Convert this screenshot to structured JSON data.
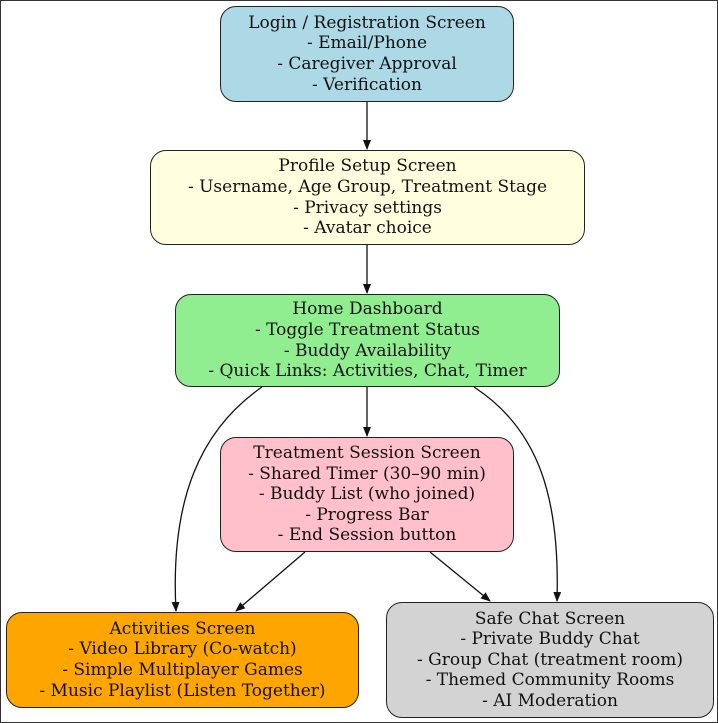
{
  "nodes": {
    "login": {
      "title": "Login / Registration Screen",
      "items": [
        "- Email/Phone",
        "- Caregiver Approval",
        "- Verification"
      ],
      "color": "#add8e6"
    },
    "profile": {
      "title": "Profile Setup Screen",
      "items": [
        "- Username, Age Group, Treatment Stage",
        "- Privacy settings",
        "- Avatar choice"
      ],
      "color": "#ffffe0"
    },
    "home": {
      "title": "Home Dashboard",
      "items": [
        "- Toggle Treatment Status",
        "- Buddy Availability",
        "- Quick Links: Activities, Chat, Timer"
      ],
      "color": "#90ee90"
    },
    "session": {
      "title": "Treatment Session Screen",
      "items": [
        "- Shared Timer (30–90 min)",
        "- Buddy List (who joined)",
        "- Progress Bar",
        "- End Session button"
      ],
      "color": "#ffc0cb"
    },
    "activity": {
      "title": "Activities Screen",
      "items": [
        "- Video Library (Co-watch)",
        "- Simple Multiplayer Games",
        "- Music Playlist (Listen Together)"
      ],
      "color": "#ffa500"
    },
    "chat": {
      "title": "Safe Chat Screen",
      "items": [
        "- Private Buddy Chat",
        "- Group Chat (treatment room)",
        "- Themed Community Rooms",
        "- AI Moderation"
      ],
      "color": "#d3d3d3"
    }
  },
  "edges": [
    {
      "from": "login",
      "to": "profile"
    },
    {
      "from": "profile",
      "to": "home"
    },
    {
      "from": "home",
      "to": "session"
    },
    {
      "from": "home",
      "to": "activity"
    },
    {
      "from": "home",
      "to": "chat"
    },
    {
      "from": "session",
      "to": "activity"
    },
    {
      "from": "session",
      "to": "chat"
    }
  ]
}
